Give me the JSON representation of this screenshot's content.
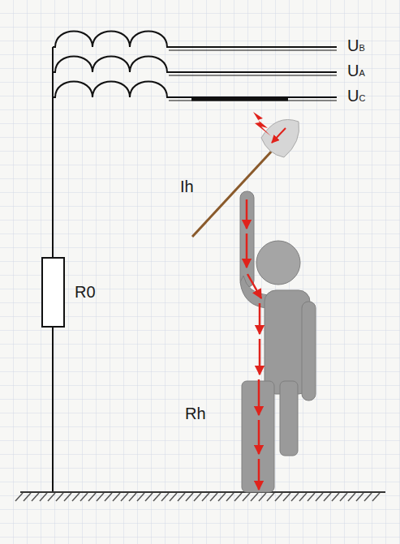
{
  "diagram": {
    "labels": [
      "UB",
      "UA",
      "UC",
      "Ih",
      "R0",
      "Rh"
    ]
  }
}
